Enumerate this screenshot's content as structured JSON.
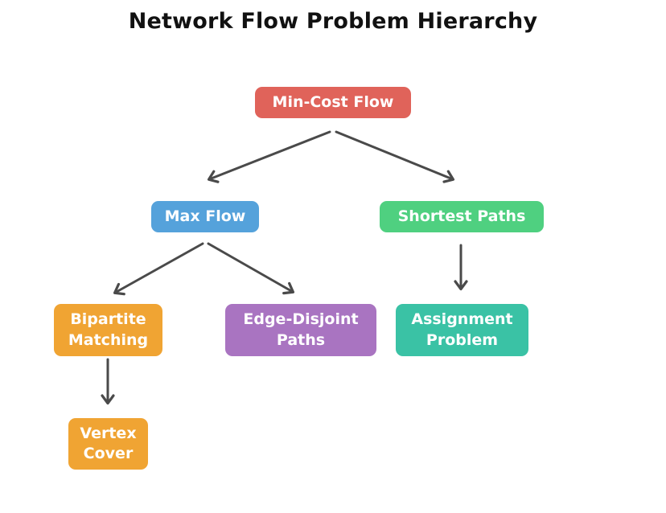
{
  "title": "Network Flow Problem Hierarchy",
  "diagram": {
    "type": "hierarchy-tree",
    "nodes": [
      {
        "id": "min-cost-flow",
        "label": "Min-Cost Flow",
        "color": "#e0635a",
        "level": 0
      },
      {
        "id": "max-flow",
        "label": "Max Flow",
        "color": "#55a2db",
        "level": 1
      },
      {
        "id": "shortest-paths",
        "label": "Shortest Paths",
        "color": "#4fd080",
        "level": 1
      },
      {
        "id": "bipartite-matching",
        "label": "Bipartite\nMatching",
        "color": "#f0a433",
        "level": 2
      },
      {
        "id": "edge-disjoint-paths",
        "label": "Edge-Disjoint\nPaths",
        "color": "#a974c1",
        "level": 2
      },
      {
        "id": "assignment-problem",
        "label": "Assignment\nProblem",
        "color": "#3ac2a5",
        "level": 2
      },
      {
        "id": "vertex-cover",
        "label": "Vertex\nCover",
        "color": "#f0a433",
        "level": 3
      }
    ],
    "edges": [
      {
        "from": "min-cost-flow",
        "to": "max-flow"
      },
      {
        "from": "min-cost-flow",
        "to": "shortest-paths"
      },
      {
        "from": "max-flow",
        "to": "bipartite-matching"
      },
      {
        "from": "max-flow",
        "to": "edge-disjoint-paths"
      },
      {
        "from": "shortest-paths",
        "to": "assignment-problem"
      },
      {
        "from": "bipartite-matching",
        "to": "vertex-cover"
      }
    ]
  },
  "colors": {
    "background": "#ffffff",
    "title_text": "#111111",
    "node_text": "#ffffff",
    "arrow": "#4a4a4a"
  }
}
